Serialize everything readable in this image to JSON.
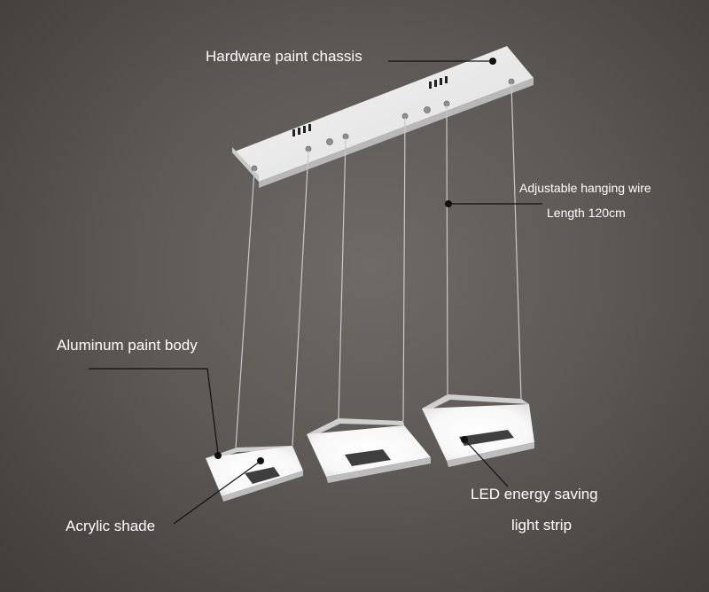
{
  "labels": {
    "chassis": "Hardware paint chassis",
    "wire_line1": "Adjustable hanging wire",
    "wire_line2": "Length 120cm",
    "body": "Aluminum paint body",
    "acrylic": "Acrylic shade",
    "led_line1": "LED energy saving",
    "led_line2": "light strip"
  },
  "colors": {
    "background": "#5d5955",
    "label_text": "#ffffff",
    "leader_line": "#111111",
    "chassis": "#e9e9e9",
    "lamp_glow": "#ffffff",
    "lamp_side": "#d7d7d7"
  }
}
